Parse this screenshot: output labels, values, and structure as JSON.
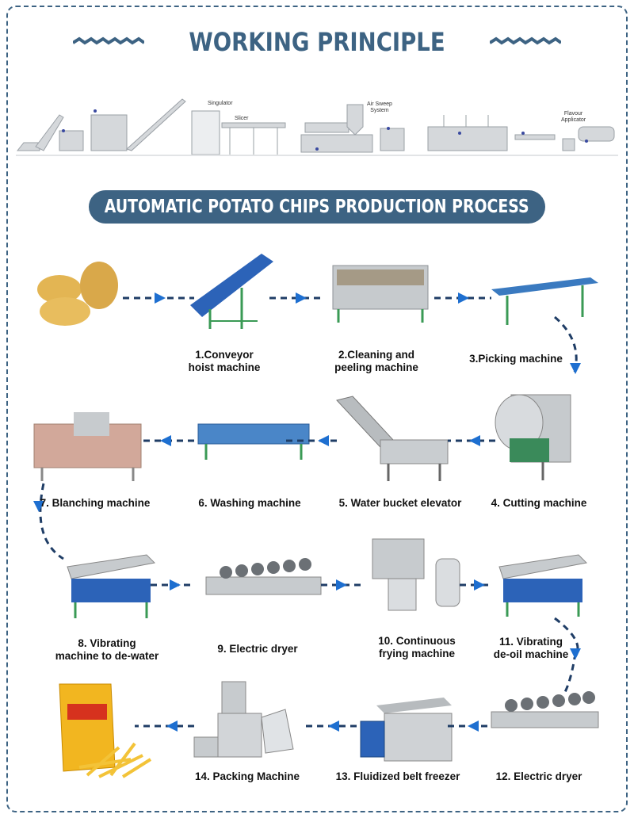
{
  "header": {
    "title": "WORKING PRINCIPLE"
  },
  "overview_diagram": {
    "callouts": [
      "Singulator",
      "Slicer",
      "Air Sweep\nSystem",
      "Flavour\nApplicator"
    ]
  },
  "process": {
    "title": "AUTOMATIC POTATO CHIPS PRODUCTION PROCESS",
    "steps": [
      {
        "label": "1.Conveyor\nhoist machine"
      },
      {
        "label": "2.Cleaning and\npeeling machine"
      },
      {
        "label": "3.Picking machine"
      },
      {
        "label": "4. Cutting machine"
      },
      {
        "label": "5. Water bucket elevator"
      },
      {
        "label": "6. Washing machine"
      },
      {
        "label": "7. Blanching machine"
      },
      {
        "label": "8. Vibrating\nmachine to de-water"
      },
      {
        "label": "9. Electric dryer"
      },
      {
        "label": "10. Continuous\nfrying machine"
      },
      {
        "label": "11. Vibrating\nde-oil machine"
      },
      {
        "label": "12. Electric dryer"
      },
      {
        "label": "13. Fluidized belt freezer"
      },
      {
        "label": "14. Packing Machine"
      }
    ]
  },
  "colors": {
    "accent": "#3d6383",
    "arrow_line": "#1f3d66",
    "arrow_head": "#1e6fd0"
  }
}
